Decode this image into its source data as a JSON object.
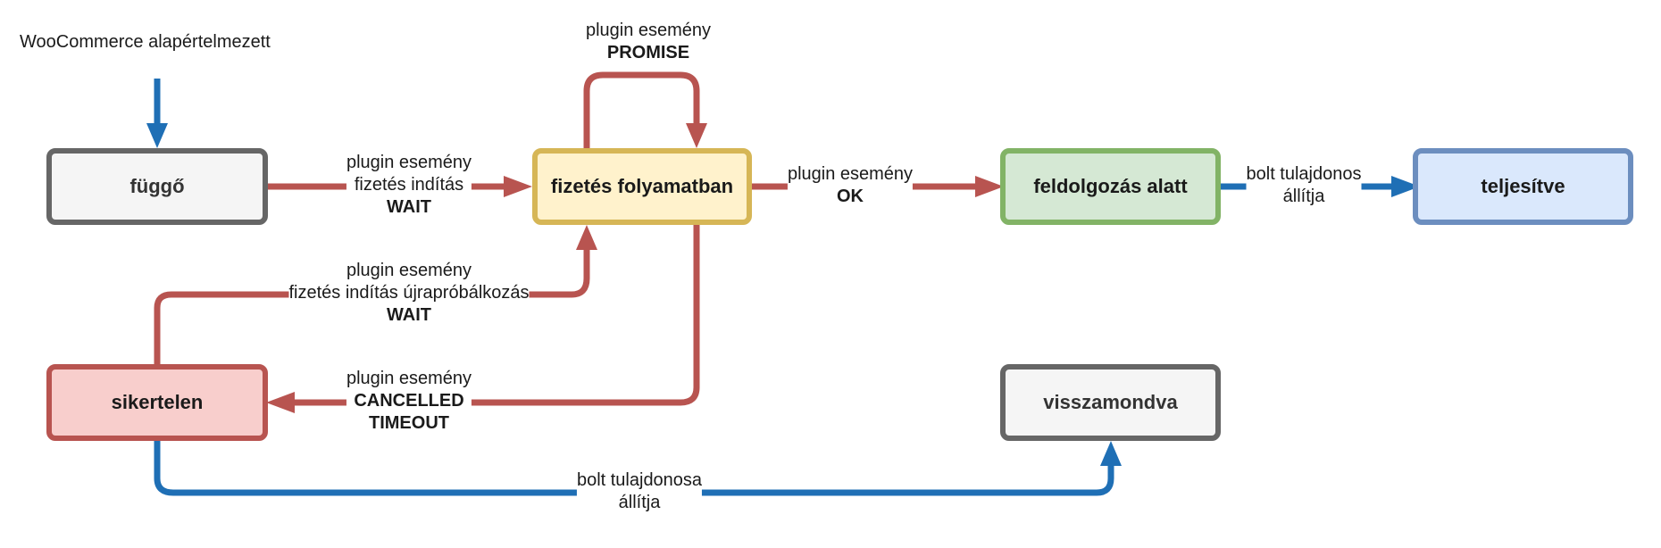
{
  "colors": {
    "red_edge": "#b85450",
    "blue_edge": "#1f6fb5"
  },
  "start_label": "WooCommerce alapértelmezett",
  "nodes": {
    "pending": "függő",
    "processing_payment": "fizetés folyamatban",
    "processing": "feldolgozás alatt",
    "completed": "teljesítve",
    "failed": "sikertelen",
    "cancelled": "visszamondva"
  },
  "edges": {
    "wait": {
      "line1": "plugin esemény",
      "line2": "fizetés indítás",
      "line3": "WAIT"
    },
    "promise": {
      "line1": "plugin esemény",
      "line2": "PROMISE"
    },
    "ok": {
      "line1": "plugin esemény",
      "line2": "OK"
    },
    "owner_sets": {
      "line1": "bolt tulajdonos",
      "line2": "állítja"
    },
    "retry": {
      "line1": "plugin esemény",
      "line2": "fizetés indítás újrapróbálkozás",
      "line3": "WAIT"
    },
    "cancelled": {
      "line1": "plugin esemény",
      "line2": "CANCELLED",
      "line3": "TIMEOUT"
    },
    "owner_sets_cancel": {
      "line1": "bolt tulajdonosa",
      "line2": "állítja"
    }
  }
}
